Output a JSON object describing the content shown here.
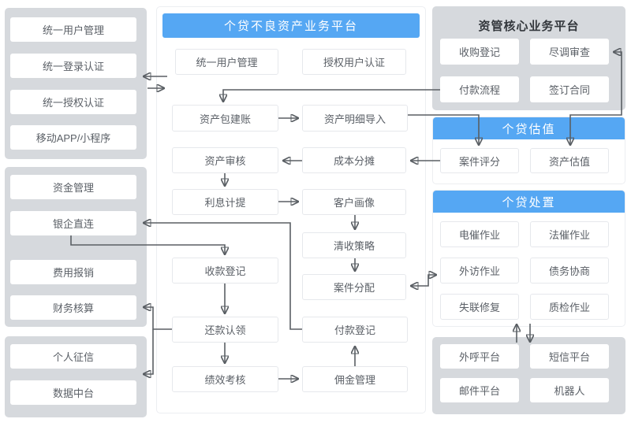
{
  "colors": {
    "header_blue": "#55a7f3",
    "panel_gray": "#d6d9dd",
    "arrow_gray": "#5a5f64",
    "box_text": "#5b6067"
  },
  "left": {
    "group1": [
      "统一用户管理",
      "统一登录认证",
      "统一授权认证",
      "移动APP/小程序"
    ],
    "group2": [
      "资金管理",
      "银企直连",
      "费用报销",
      "财务核算"
    ],
    "group3": [
      "个人征信",
      "数据中台"
    ]
  },
  "center": {
    "title": "个贷不良资产业务平台",
    "nodes": [
      "统一用户管理",
      "授权用户认证",
      "资产包建账",
      "资产明细导入",
      "资产审核",
      "成本分摊",
      "利息计提",
      "客户画像",
      "清收策略",
      "案件分配",
      "收款登记",
      "还款认领",
      "付款登记",
      "绩效考核",
      "佣金管理"
    ]
  },
  "right": {
    "core": {
      "title": "资管核心业务平台",
      "items": [
        "收购登记",
        "尽调审查",
        "付款流程",
        "签订合同"
      ]
    },
    "valuation": {
      "title": "个贷估值",
      "items": [
        "案件评分",
        "资产估值"
      ]
    },
    "disposal": {
      "title": "个贷处置",
      "items": [
        "电催作业",
        "法催作业",
        "外访作业",
        "债务协商",
        "失联修复",
        "质检作业"
      ]
    },
    "channels": {
      "items": [
        "外呼平台",
        "短信平台",
        "邮件平台",
        "机器人"
      ]
    }
  }
}
